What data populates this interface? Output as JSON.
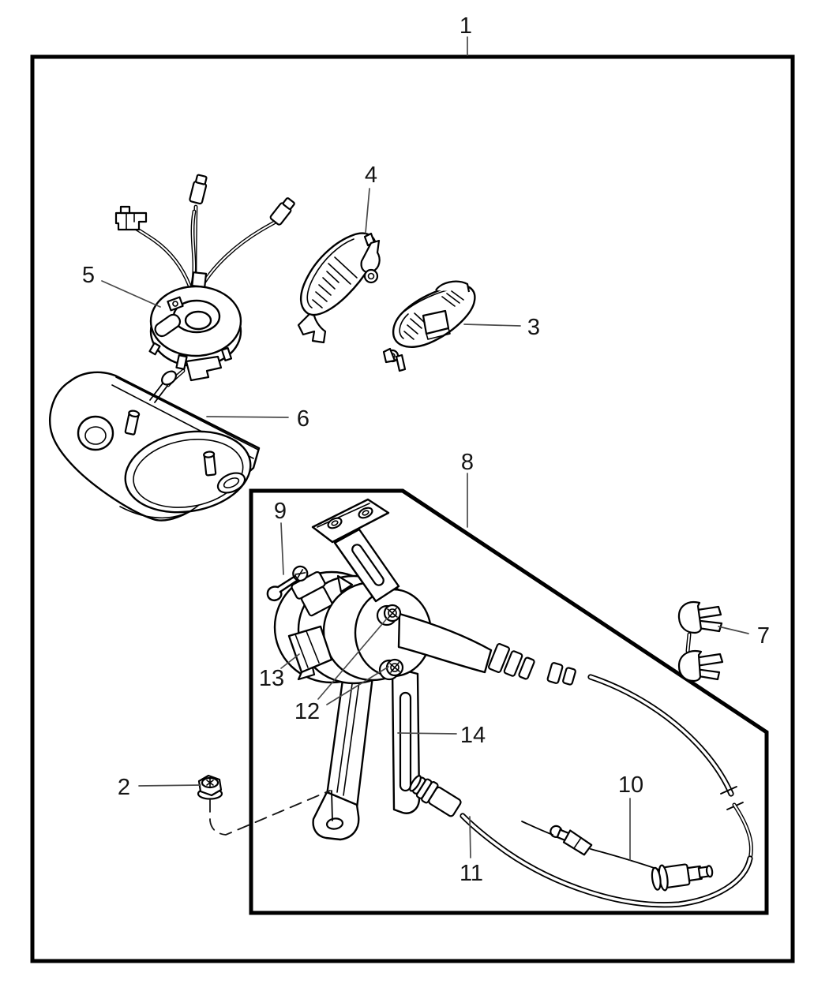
{
  "figure": {
    "description": "Exploded black-and-white parts line diagram of a vehicle speed control (cruise control) system with numbered callouts",
    "style": "black line art on white, outer boundary box and inner sub-assembly box"
  },
  "colors": {
    "background": "#ffffff",
    "line": "#000000",
    "leader": "#4a4a4a",
    "label": "#151515"
  },
  "callouts": [
    {
      "number": "1",
      "part": "assembly-outline-box"
    },
    {
      "number": "2",
      "part": "flange-nut"
    },
    {
      "number": "3",
      "part": "switch-pod-right"
    },
    {
      "number": "4",
      "part": "switch-pod-left"
    },
    {
      "number": "5",
      "part": "clockspring-with-wiring"
    },
    {
      "number": "6",
      "part": "steering-column-cover"
    },
    {
      "number": "7",
      "part": "cable-retainer-clip"
    },
    {
      "number": "8",
      "part": "servo-sub-assembly-box"
    },
    {
      "number": "9",
      "part": "hairpin-clip"
    },
    {
      "number": "10",
      "part": "speed-control-cable"
    },
    {
      "number": "11",
      "part": "cable-end-connector"
    },
    {
      "number": "12",
      "part": "servo-mounting-bolts"
    },
    {
      "number": "13",
      "part": "servo-electrical-connector"
    },
    {
      "number": "14",
      "part": "servo-mounting-bracket"
    }
  ]
}
